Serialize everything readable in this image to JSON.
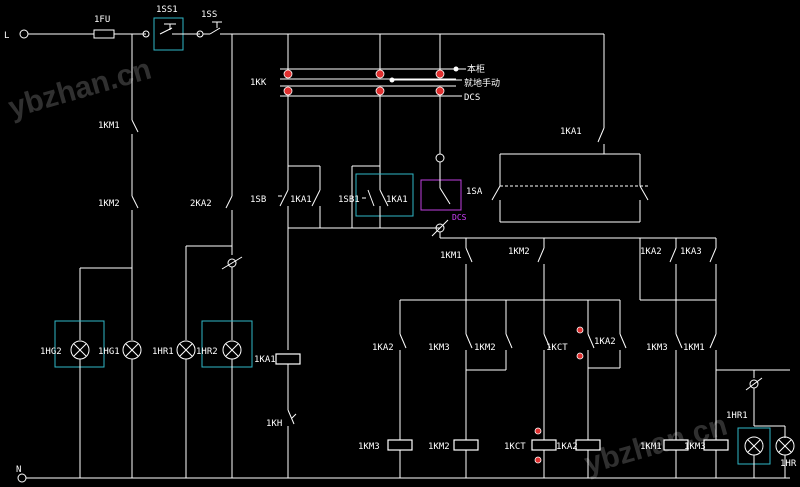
{
  "watermarks": [
    "ybzhan.cn",
    "ybzhan.cn"
  ],
  "labels": {
    "L": "L",
    "N": "N",
    "fu1": "1FU",
    "ss1_1": "1SS1",
    "ss1": "1SS",
    "kk1": "1KK",
    "bengui": "本柜",
    "jiudi": "就地手动",
    "dcs": "DCS",
    "km1_top": "1KM1",
    "km2_top": "1KM2",
    "ka2_2": "2KA2",
    "sb1a": "1SB",
    "ka1a": "1KA1",
    "sb1b": "1SB1",
    "ka1b": "1KA1",
    "dcs_m": "DCS",
    "ka1_top": "1KA1",
    "sa1": "1SA",
    "km1_mid": "1KM1",
    "km2_mid": "1KM2",
    "ka2_mid": "1KA2",
    "ka3_mid": "1KA3",
    "hg2": "1HG2",
    "hg1": "1HG1",
    "hr1_l": "1HR1",
    "hr2": "1HR2",
    "ka1_coil": "1KA1",
    "kh1": "1KH",
    "ka2_low": "1KA2",
    "km3_low": "1KM3",
    "km2_low": "1KM2",
    "kct_low": "1KCT",
    "ka2_low2": "1KA2",
    "km3_low2": "1KM3",
    "km1_low": "1KM1",
    "coil_km3": "1KM3",
    "coil_km2": "1KM2",
    "coil_kct": "1KCT",
    "coil_ka2": "1KA2",
    "coil_km1": "1KM1",
    "coil_km3b": "1KM3",
    "hr1_r": "1HR1",
    "hr_r": "1HR"
  },
  "colors": {
    "wire": "#ffffff",
    "lamp_box": "#2fb8c8",
    "dcs_box": "#c040e0",
    "terminal": "#e03030",
    "background": "#000000"
  }
}
